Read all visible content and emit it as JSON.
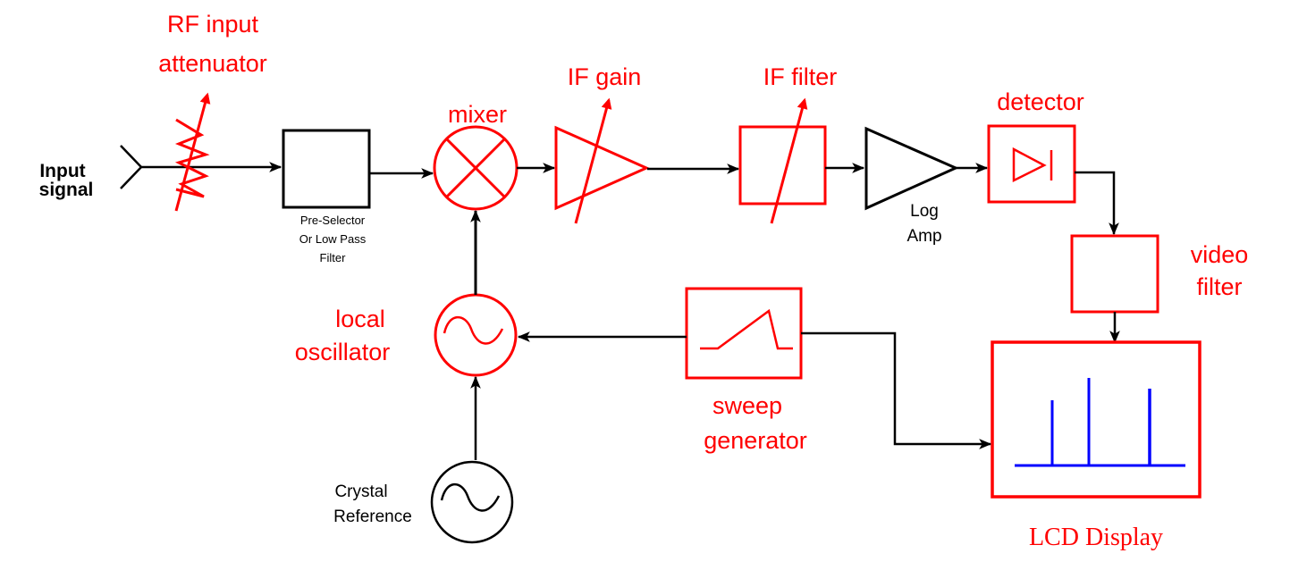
{
  "diagram": {
    "title": "Spectrum analyzer block diagram",
    "colors": {
      "accent": "#ff0000",
      "line": "#000000",
      "trace": "#0000ff"
    },
    "labels": {
      "input_signal": [
        "Input",
        "signal"
      ],
      "rf_attenuator": [
        "RF input",
        "attenuator"
      ],
      "pre_selector": [
        "Pre-Selector",
        "Or Low Pass",
        "Filter"
      ],
      "mixer": "mixer",
      "if_gain": "IF gain",
      "if_filter": "IF filter",
      "log_amp": [
        "Log",
        "Amp"
      ],
      "detector": "detector",
      "video_filter": [
        "video",
        "filter"
      ],
      "local_oscillator": [
        "local",
        "oscillator"
      ],
      "sweep_generator": [
        "sweep",
        "generator"
      ],
      "crystal_reference": [
        "Crystal",
        "Reference"
      ],
      "lcd_display": "LCD Display"
    },
    "blocks": [
      {
        "id": "input",
        "name": "Input signal",
        "type": "connector"
      },
      {
        "id": "rf_attenuator",
        "name": "RF input attenuator",
        "type": "variable-resistor"
      },
      {
        "id": "pre_selector",
        "name": "Pre-Selector Or Low Pass Filter",
        "type": "box"
      },
      {
        "id": "mixer",
        "name": "mixer",
        "type": "mixer"
      },
      {
        "id": "if_gain",
        "name": "IF gain",
        "type": "variable-amplifier"
      },
      {
        "id": "if_filter",
        "name": "IF filter",
        "type": "variable-filter"
      },
      {
        "id": "log_amp",
        "name": "Log Amp",
        "type": "amplifier"
      },
      {
        "id": "detector",
        "name": "detector",
        "type": "diode"
      },
      {
        "id": "video_filter",
        "name": "video filter",
        "type": "box"
      },
      {
        "id": "lcd_display",
        "name": "LCD Display",
        "type": "display"
      },
      {
        "id": "sweep_generator",
        "name": "sweep generator",
        "type": "ramp"
      },
      {
        "id": "local_oscillator",
        "name": "local oscillator",
        "type": "oscillator"
      },
      {
        "id": "crystal_reference",
        "name": "Crystal Reference",
        "type": "oscillator"
      }
    ],
    "connections": [
      [
        "input",
        "rf_attenuator"
      ],
      [
        "rf_attenuator",
        "pre_selector"
      ],
      [
        "pre_selector",
        "mixer"
      ],
      [
        "mixer",
        "if_gain"
      ],
      [
        "if_gain",
        "if_filter"
      ],
      [
        "if_filter",
        "log_amp"
      ],
      [
        "log_amp",
        "detector"
      ],
      [
        "detector",
        "video_filter"
      ],
      [
        "video_filter",
        "lcd_display"
      ],
      [
        "sweep_generator",
        "local_oscillator"
      ],
      [
        "sweep_generator",
        "lcd_display"
      ],
      [
        "crystal_reference",
        "local_oscillator"
      ],
      [
        "local_oscillator",
        "mixer"
      ]
    ],
    "display_spectral_lines": 3
  }
}
